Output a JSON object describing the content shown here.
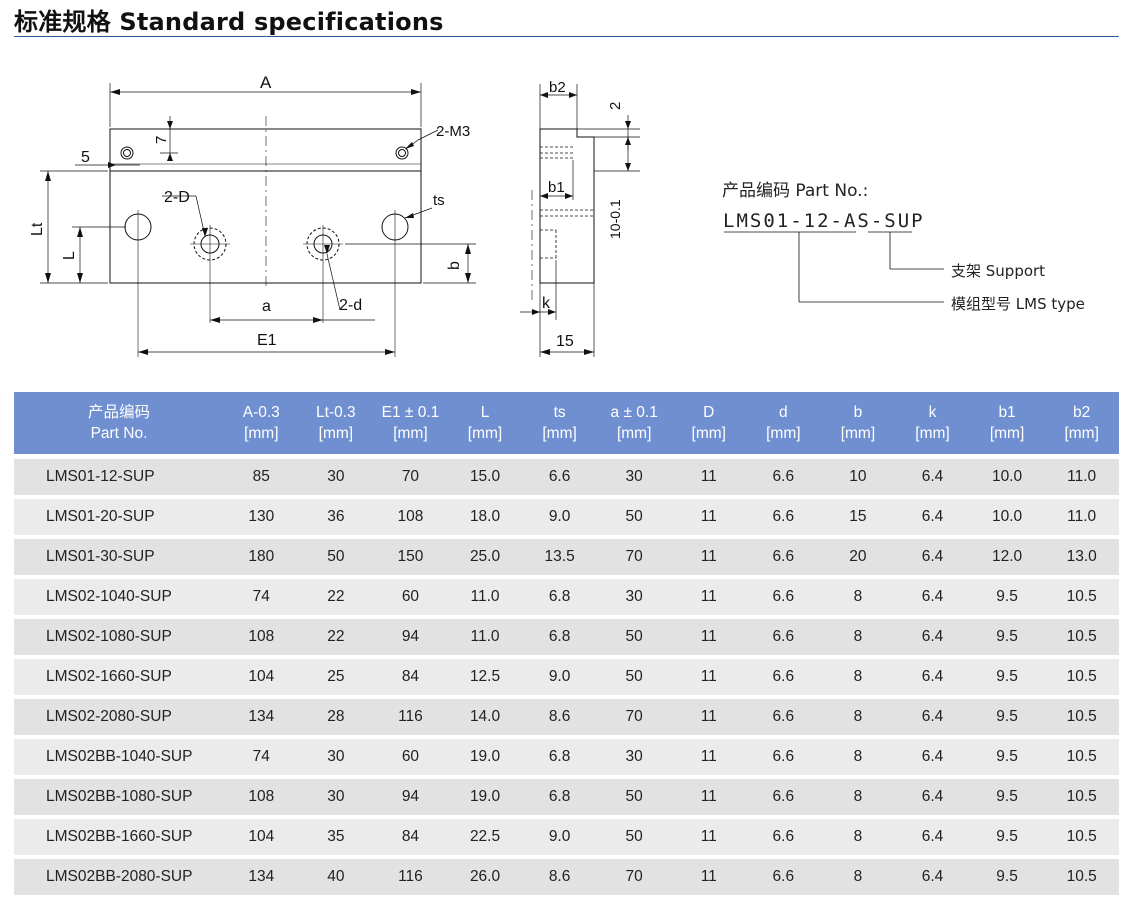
{
  "title": "标准规格 Standard specifications",
  "drawing": {
    "front_labels": {
      "A": "A",
      "M3": "2-M3",
      "five": "5",
      "seven": "7",
      "D": "2-D",
      "ts": "ts",
      "Lt": "Lt",
      "L": "L",
      "b": "b",
      "a": "a",
      "d": "2-d",
      "E1": "E1"
    },
    "side_labels": {
      "b2": "b2",
      "two": "2",
      "b1": "b1",
      "ten": "10-0.1",
      "k": "k",
      "fifteen": "15"
    }
  },
  "part_number": {
    "label": "产品编码 Part No.:",
    "code": "LMS01-12-AS-SUP",
    "callouts": [
      "支架 Support",
      "模组型号 LMS type"
    ]
  },
  "table": {
    "headers": [
      {
        "top": "产品编码",
        "bottom": "Part No."
      },
      {
        "top": "A-0.3",
        "bottom": "[mm]"
      },
      {
        "top": "Lt-0.3",
        "bottom": "[mm]"
      },
      {
        "top": "E1 ± 0.1",
        "bottom": "[mm]"
      },
      {
        "top": "L",
        "bottom": "[mm]"
      },
      {
        "top": "ts",
        "bottom": "[mm]"
      },
      {
        "top": "a ± 0.1",
        "bottom": "[mm]"
      },
      {
        "top": "D",
        "bottom": "[mm]"
      },
      {
        "top": "d",
        "bottom": "[mm]"
      },
      {
        "top": "b",
        "bottom": "[mm]"
      },
      {
        "top": "k",
        "bottom": "[mm]"
      },
      {
        "top": "b1",
        "bottom": "[mm]"
      },
      {
        "top": "b2",
        "bottom": "[mm]"
      }
    ],
    "rows": [
      [
        "LMS01-12-SUP",
        "85",
        "30",
        "70",
        "15.0",
        "6.6",
        "30",
        "11",
        "6.6",
        "10",
        "6.4",
        "10.0",
        "11.0"
      ],
      [
        "LMS01-20-SUP",
        "130",
        "36",
        "108",
        "18.0",
        "9.0",
        "50",
        "11",
        "6.6",
        "15",
        "6.4",
        "10.0",
        "11.0"
      ],
      [
        "LMS01-30-SUP",
        "180",
        "50",
        "150",
        "25.0",
        "13.5",
        "70",
        "11",
        "6.6",
        "20",
        "6.4",
        "12.0",
        "13.0"
      ],
      [
        "LMS02-1040-SUP",
        "74",
        "22",
        "60",
        "11.0",
        "6.8",
        "30",
        "11",
        "6.6",
        "8",
        "6.4",
        "9.5",
        "10.5"
      ],
      [
        "LMS02-1080-SUP",
        "108",
        "22",
        "94",
        "11.0",
        "6.8",
        "50",
        "11",
        "6.6",
        "8",
        "6.4",
        "9.5",
        "10.5"
      ],
      [
        "LMS02-1660-SUP",
        "104",
        "25",
        "84",
        "12.5",
        "9.0",
        "50",
        "11",
        "6.6",
        "8",
        "6.4",
        "9.5",
        "10.5"
      ],
      [
        "LMS02-2080-SUP",
        "134",
        "28",
        "116",
        "14.0",
        "8.6",
        "70",
        "11",
        "6.6",
        "8",
        "6.4",
        "9.5",
        "10.5"
      ],
      [
        "LMS02BB-1040-SUP",
        "74",
        "30",
        "60",
        "19.0",
        "6.8",
        "30",
        "11",
        "6.6",
        "8",
        "6.4",
        "9.5",
        "10.5"
      ],
      [
        "LMS02BB-1080-SUP",
        "108",
        "30",
        "94",
        "19.0",
        "6.8",
        "50",
        "11",
        "6.6",
        "8",
        "6.4",
        "9.5",
        "10.5"
      ],
      [
        "LMS02BB-1660-SUP",
        "104",
        "35",
        "84",
        "22.5",
        "9.0",
        "50",
        "11",
        "6.6",
        "8",
        "6.4",
        "9.5",
        "10.5"
      ],
      [
        "LMS02BB-2080-SUP",
        "134",
        "40",
        "116",
        "26.0",
        "8.6",
        "70",
        "11",
        "6.6",
        "8",
        "6.4",
        "9.5",
        "10.5"
      ]
    ]
  }
}
